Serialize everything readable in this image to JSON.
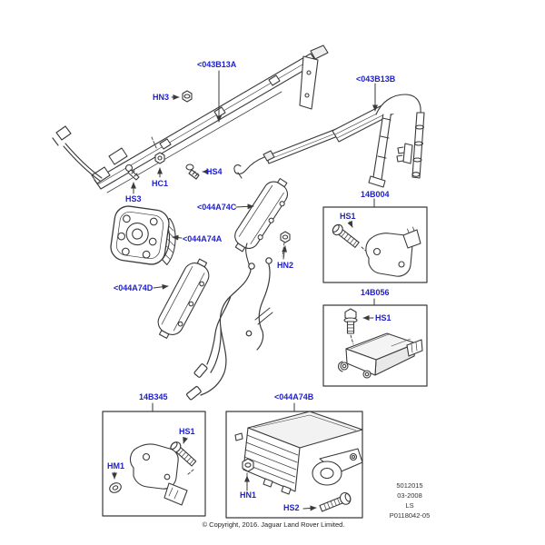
{
  "diagram": {
    "colors": {
      "label_blue": "#1e1ecc",
      "line_art": "#3a3a3a",
      "info_text": "#333333"
    },
    "callouts": {
      "curtain_left": "<043B13A",
      "curtain_right": "<043B13B",
      "hn3": "HN3",
      "hs4": "HS4",
      "hc1": "HC1",
      "hs3": "HS3",
      "side_airbag_c": "<044A74C",
      "driver_airbag": "<044A74A",
      "hn2": "HN2",
      "side_airbag_d": "<044A74D",
      "side_sensor_box": "14B004",
      "side_sensor_bolt": "HS1",
      "rcm_box": "14B056",
      "rcm_bolt": "HS1",
      "front_sensor_box": "14B345",
      "front_sensor_bolt": "HS1",
      "front_sensor_washer": "HM1",
      "passenger_airbag_box": "<044A74B",
      "passenger_airbag_nut": "HN1",
      "passenger_airbag_bolt": "HS2"
    },
    "info_block": {
      "figure_number": "5012015",
      "date": "03-2008",
      "model": "LS",
      "drawing_number": "P0118042-05"
    },
    "footer": "© Copyright, 2016. Jaguar Land Rover Limited."
  }
}
